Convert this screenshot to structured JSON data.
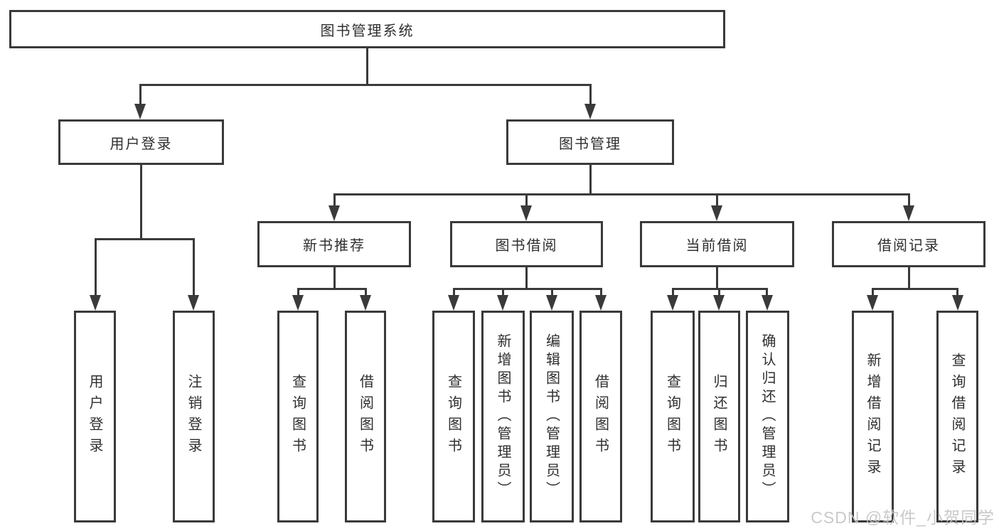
{
  "title": "图书管理系统",
  "colors": {
    "line": "#3a3a3a",
    "text": "#2f2f2f",
    "background": "#ffffff",
    "watermark": "#c4c4c4"
  },
  "watermark": {
    "text": "CSDN @软件_小贺同学"
  },
  "nodes": {
    "root": {
      "label": "图书管理系统"
    },
    "user_login": {
      "label": "用户登录"
    },
    "book_mgmt": {
      "label": "图书管理"
    },
    "new_book_rec": {
      "label": "新书推荐"
    },
    "book_borrow": {
      "label": "图书借阅"
    },
    "current_borrow": {
      "label": "当前借阅"
    },
    "borrow_record": {
      "label": "借阅记录"
    },
    "login_leaf": {
      "label": "用户登录"
    },
    "logout_leaf": {
      "label": "注销登录"
    },
    "rec_query_books": {
      "label": "查询图书"
    },
    "rec_borrow_books": {
      "label": "借阅图书"
    },
    "bb_query_books": {
      "label": "查询图书"
    },
    "bb_add_books": {
      "label": "新增图书（管理员）"
    },
    "bb_edit_books": {
      "label": "编辑图书（管理员）"
    },
    "bb_borrow_books": {
      "label": "借阅图书"
    },
    "cb_query_books": {
      "label": "查询图书"
    },
    "cb_return_books": {
      "label": "归还图书"
    },
    "cb_confirm_return": {
      "label": "确认归还（管理员）"
    },
    "br_add_record": {
      "label": "新增借阅记录"
    },
    "br_query_record": {
      "label": "查询借阅记录"
    }
  }
}
